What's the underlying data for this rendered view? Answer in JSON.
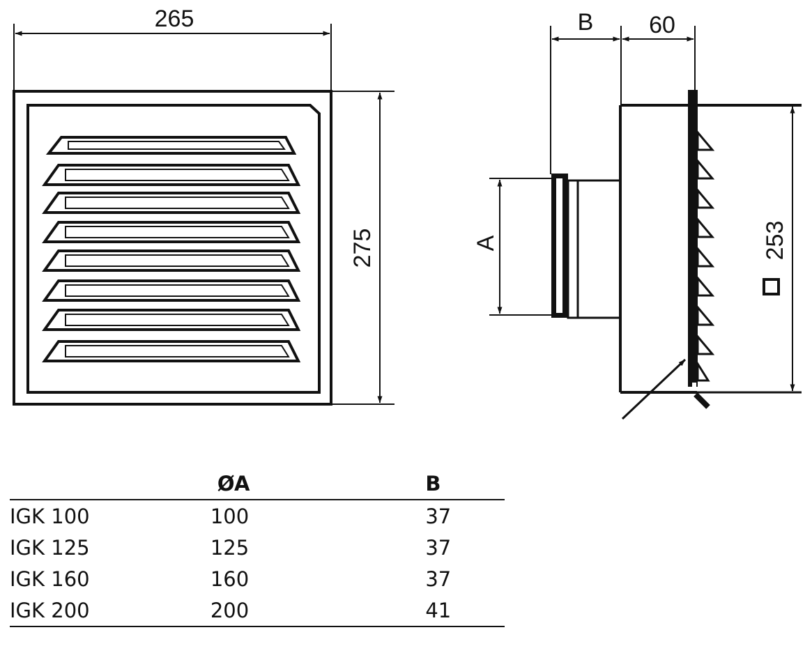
{
  "front_view": {
    "width_label": "265",
    "height_label": "275"
  },
  "side_view": {
    "b_label": "B",
    "depth_label": "60",
    "a_label": "A",
    "square_label": "253"
  },
  "table": {
    "headers": {
      "model": "",
      "diameter_a": "ØA",
      "b": "B"
    },
    "rows": [
      {
        "model": "IGK 100",
        "diameter_a": "100",
        "b": "37"
      },
      {
        "model": "IGK 125",
        "diameter_a": "125",
        "b": "37"
      },
      {
        "model": "IGK 160",
        "diameter_a": "160",
        "b": "37"
      },
      {
        "model": "IGK 200",
        "diameter_a": "200",
        "b": "41"
      }
    ]
  }
}
